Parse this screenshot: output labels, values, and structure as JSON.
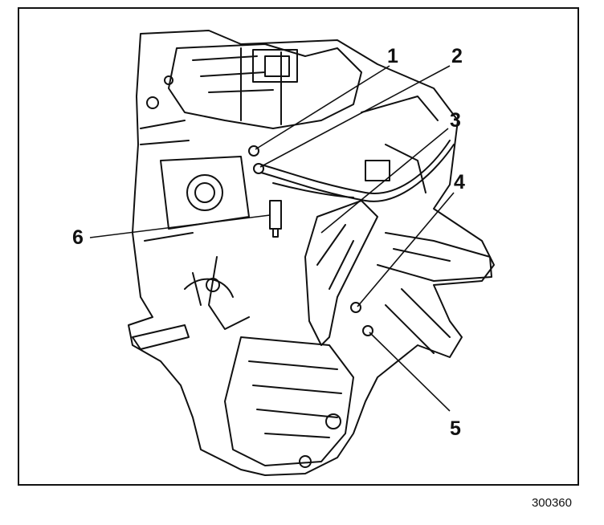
{
  "figure": {
    "id": "300360",
    "callouts": [
      "1",
      "2",
      "3",
      "4",
      "5",
      "6"
    ]
  },
  "colors": {
    "ink": "#111111",
    "paper": "#ffffff"
  }
}
